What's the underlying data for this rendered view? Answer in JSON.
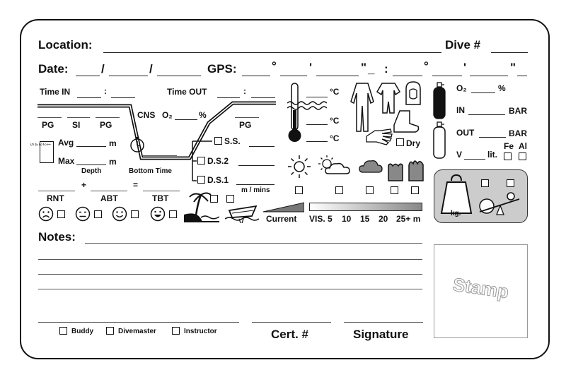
{
  "header": {
    "location_label": "Location:",
    "dive_label": "Dive #",
    "date_label": "Date:",
    "date_sep1": "/",
    "date_sep2": "/",
    "gps_label": "GPS:",
    "gps_marks": [
      "°",
      "'",
      "\"",
      "_",
      ":",
      "°",
      "'",
      "\""
    ]
  },
  "profile": {
    "time_in": "Time IN",
    "time_out": "Time OUT",
    "colon": ":",
    "cns": "CNS",
    "o2": "O₂",
    "percent": "%",
    "pg_left": "PG",
    "si": "SI",
    "pg_mid": "PG",
    "pg_right": "PG",
    "avg": "Avg",
    "max": "Max",
    "unit_m": "m",
    "depth": "Depth",
    "bottom_time": "Bottom Time",
    "ss": "S.S.",
    "ds2": "D.S.2",
    "ds1": "D.S.1",
    "m_mins": "m / mins",
    "rnt": "RNT",
    "plus": "+",
    "abt": "ABT",
    "equals": "=",
    "tbt": "TBT",
    "gauge_ticks": "1 2 3 4 5"
  },
  "conditions": {
    "deg_c": "°C",
    "dry": "Dry",
    "current": "Current",
    "vis_labels": [
      "VIS. 5",
      "10",
      "15",
      "20",
      "25+ m"
    ]
  },
  "tank": {
    "o2": "O₂",
    "percent": "%",
    "in": "IN",
    "out": "OUT",
    "bar": "BAR",
    "v": "V",
    "lit": "lit.",
    "fe": "Fe",
    "al": "Al"
  },
  "weight": {
    "kg": "kg."
  },
  "notes": {
    "label": "Notes:"
  },
  "footer": {
    "buddy": "Buddy",
    "divemaster": "Divemaster",
    "instructor": "Instructor",
    "cert": "Cert. #",
    "signature": "Signature",
    "stamp": "Stamp"
  }
}
